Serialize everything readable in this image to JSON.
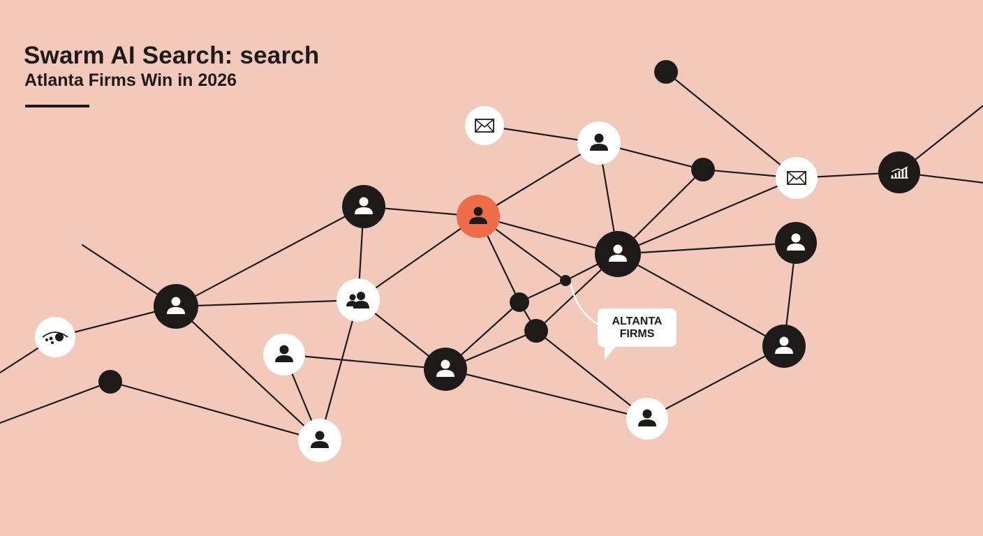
{
  "header": {
    "title": "Swarm AI Search: search",
    "subtitle": "Atlanta Firms Win  in  2026"
  },
  "callout": {
    "text": "ALTANTA\nFIRMS"
  },
  "colors": {
    "background": "#f3c9bb",
    "dark": "#1e1a19",
    "light": "#ffffff",
    "accent": "#ee6c47"
  },
  "nodes": [
    {
      "id": "n1",
      "style": "dark",
      "icon": "person-icon"
    },
    {
      "id": "n2",
      "style": "dark",
      "icon": "person-icon"
    },
    {
      "id": "n3",
      "style": "accent",
      "icon": "person-icon"
    },
    {
      "id": "n4",
      "style": "light",
      "icon": "person-icon"
    },
    {
      "id": "n5",
      "style": "light",
      "icon": "envelope-icon"
    },
    {
      "id": "n6",
      "style": "light",
      "icon": "envelope-icon"
    },
    {
      "id": "n7",
      "style": "dark",
      "icon": "bar-chart-icon"
    },
    {
      "id": "n8",
      "style": "dark",
      "icon": "person-icon"
    },
    {
      "id": "n9",
      "style": "light",
      "icon": "person-icon"
    },
    {
      "id": "n10",
      "style": "light",
      "icon": "group-icon"
    },
    {
      "id": "n11",
      "style": "light",
      "icon": "person-icon"
    },
    {
      "id": "n12",
      "style": "dark",
      "icon": "person-icon"
    },
    {
      "id": "n13",
      "style": "dark",
      "icon": "person-icon"
    },
    {
      "id": "n14",
      "style": "light",
      "icon": "person-icon"
    },
    {
      "id": "n15",
      "style": "dark",
      "icon": "person-icon"
    },
    {
      "id": "n16",
      "style": "light",
      "icon": "eye-icon"
    },
    {
      "id": "j1",
      "style": "dot",
      "icon": ""
    },
    {
      "id": "j2",
      "style": "dot",
      "icon": ""
    },
    {
      "id": "j3",
      "style": "dot",
      "icon": ""
    },
    {
      "id": "j4",
      "style": "dot",
      "icon": ""
    },
    {
      "id": "j5",
      "style": "dot",
      "icon": ""
    },
    {
      "id": "j6",
      "style": "dot",
      "icon": ""
    }
  ],
  "edges": [
    [
      "n5",
      "n4"
    ],
    [
      "n4",
      "n3"
    ],
    [
      "n4",
      "n13"
    ],
    [
      "n4",
      "j4"
    ],
    [
      "j4",
      "n6"
    ],
    [
      "j4",
      "n13"
    ],
    [
      "j6",
      "n6"
    ],
    [
      "n6",
      "n7"
    ],
    [
      "n13",
      "n6"
    ],
    [
      "n13",
      "n8"
    ],
    [
      "n8",
      "n15"
    ],
    [
      "n13",
      "n15"
    ],
    [
      "n15",
      "n14"
    ],
    [
      "n13",
      "j3"
    ],
    [
      "n3",
      "n2"
    ],
    [
      "n3",
      "n10"
    ],
    [
      "n3",
      "n13"
    ],
    [
      "n3",
      "j2"
    ],
    [
      "n3",
      "j5"
    ],
    [
      "j5",
      "j2"
    ],
    [
      "j5",
      "n13"
    ],
    [
      "j2",
      "j3"
    ],
    [
      "j2",
      "n12"
    ],
    [
      "j3",
      "n12"
    ],
    [
      "j3",
      "n14"
    ],
    [
      "n12",
      "n14"
    ],
    [
      "n12",
      "n10"
    ],
    [
      "n12",
      "n9"
    ],
    [
      "n2",
      "n1"
    ],
    [
      "n2",
      "n10"
    ],
    [
      "n1",
      "n10"
    ],
    [
      "n1",
      "n11"
    ],
    [
      "n1",
      "n16"
    ],
    [
      "n10",
      "n11"
    ],
    [
      "n11",
      "n9"
    ],
    [
      "n11",
      "j1"
    ]
  ],
  "stray_edges": [
    {
      "from": "n1",
      "to": "offscreen-left-top"
    },
    {
      "from": "n7",
      "to": "offscreen-right-top"
    },
    {
      "from": "n7",
      "to": "offscreen-right"
    },
    {
      "from": "n16",
      "to": "offscreen-left"
    },
    {
      "from": "j1",
      "to": "offscreen-left-bottom"
    }
  ]
}
